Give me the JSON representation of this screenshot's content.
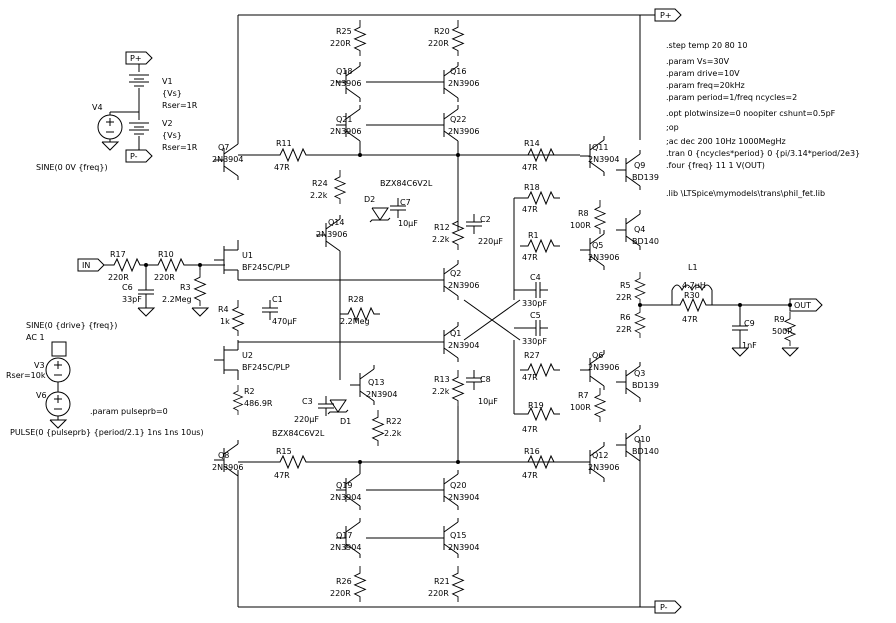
{
  "ports": {
    "p_plus": "P+",
    "p_minus": "P-",
    "in": "IN",
    "out": "OUT",
    "supply_p": "P+",
    "supply_m": "P-"
  },
  "directives": [
    ".step temp 20 80 10",
    ".param Vs=30V",
    ".param drive=10V",
    ".param freq=20kHz",
    ".param period=1/freq  ncycles=2",
    ".opt plotwinsize=0  noopiter cshunt=0.5pF",
    ";op",
    ";ac dec 200 10Hz 1000MegHz",
    ".tran 0 {ncycles*period} 0 {pi/3.14*period/2e3}",
    ".four {freq} 11 1 V(OUT)",
    ".lib \\LTSpice\\mymodels\\trans\\phil_fet.lib"
  ],
  "param_pulse": ".param pulseprb=0",
  "sources": [
    {
      "ref": "V1",
      "value": "{Vs}",
      "rser": "Rser=1R"
    },
    {
      "ref": "V2",
      "value": "{Vs}",
      "rser": "Rser=1R"
    },
    {
      "ref": "V4",
      "value": "SINE(0 0V {freq})"
    },
    {
      "ref": "V3",
      "value": "SINE(0 {drive} {freq})",
      "ac": "AC 1",
      "rser": "Rser=10k"
    },
    {
      "ref": "V6",
      "value": "PULSE(0 {pulseprb} {period/2.1} 1ns 1ns 10us)"
    }
  ],
  "transistors": [
    {
      "ref": "Q7",
      "model": "2N3904"
    },
    {
      "ref": "Q8",
      "model": "2N3906"
    },
    {
      "ref": "Q18",
      "model": "2N3906"
    },
    {
      "ref": "Q16",
      "model": "2N3906"
    },
    {
      "ref": "Q21",
      "model": "2N3906"
    },
    {
      "ref": "Q22",
      "model": "2N3906"
    },
    {
      "ref": "Q14",
      "model": "2N3906"
    },
    {
      "ref": "Q13",
      "model": "2N3904"
    },
    {
      "ref": "Q2",
      "model": "2N3906"
    },
    {
      "ref": "Q1",
      "model": "2N3904"
    },
    {
      "ref": "Q11",
      "model": "2N3904"
    },
    {
      "ref": "Q9",
      "model": "BD139"
    },
    {
      "ref": "Q5",
      "model": "2N3906"
    },
    {
      "ref": "Q4",
      "model": "BD140"
    },
    {
      "ref": "Q6",
      "model": "2N3906"
    },
    {
      "ref": "Q3",
      "model": "BD139"
    },
    {
      "ref": "Q12",
      "model": "2N3906"
    },
    {
      "ref": "Q10",
      "model": "BD140"
    },
    {
      "ref": "Q19",
      "model": "2N3904"
    },
    {
      "ref": "Q20",
      "model": "2N3904"
    },
    {
      "ref": "Q17",
      "model": "2N3904"
    },
    {
      "ref": "Q15",
      "model": "2N3904"
    },
    {
      "ref": "U1",
      "model": "BF245C/PLP"
    },
    {
      "ref": "U2",
      "model": "BF245C/PLP"
    }
  ],
  "resistors": [
    {
      "ref": "R25",
      "value": "220R"
    },
    {
      "ref": "R20",
      "value": "220R"
    },
    {
      "ref": "R11",
      "value": "47R"
    },
    {
      "ref": "R14",
      "value": "47R"
    },
    {
      "ref": "R24",
      "value": "2.2k"
    },
    {
      "ref": "R18",
      "value": "47R"
    },
    {
      "ref": "R8",
      "value": "100R"
    },
    {
      "ref": "R12",
      "value": "2.2k"
    },
    {
      "ref": "R1",
      "value": "47R"
    },
    {
      "ref": "R17",
      "value": "220R"
    },
    {
      "ref": "R10",
      "value": "220R"
    },
    {
      "ref": "R3",
      "value": "2.2Meg"
    },
    {
      "ref": "R4",
      "value": "1k"
    },
    {
      "ref": "R28",
      "value": "2.2Meg"
    },
    {
      "ref": "R5",
      "value": "22R"
    },
    {
      "ref": "R6",
      "value": "22R"
    },
    {
      "ref": "R30",
      "value": "47R"
    },
    {
      "ref": "R9",
      "value": "500R"
    },
    {
      "ref": "R2",
      "value": "486.9R"
    },
    {
      "ref": "R27",
      "value": "47R"
    },
    {
      "ref": "R7",
      "value": "100R"
    },
    {
      "ref": "R13",
      "value": "2.2k"
    },
    {
      "ref": "R22",
      "value": "2.2k"
    },
    {
      "ref": "R19",
      "value": "47R"
    },
    {
      "ref": "R15",
      "value": "47R"
    },
    {
      "ref": "R16",
      "value": "47R"
    },
    {
      "ref": "R26",
      "value": "220R"
    },
    {
      "ref": "R21",
      "value": "220R"
    }
  ],
  "capacitors": [
    {
      "ref": "C7",
      "value": "10µF"
    },
    {
      "ref": "C2",
      "value": "220µF"
    },
    {
      "ref": "C6",
      "value": "33pF"
    },
    {
      "ref": "C1",
      "value": "470µF"
    },
    {
      "ref": "C4",
      "value": "330pF"
    },
    {
      "ref": "C5",
      "value": "330pF"
    },
    {
      "ref": "C8",
      "value": "10µF"
    },
    {
      "ref": "C3",
      "value": "220µF"
    },
    {
      "ref": "C9",
      "value": "1nF"
    }
  ],
  "diodes": [
    {
      "ref": "D2",
      "model": "BZX84C6V2L"
    },
    {
      "ref": "D1",
      "model": "BZX84C6V2L"
    }
  ],
  "inductors": [
    {
      "ref": "L1",
      "value": "4.7µH"
    }
  ]
}
